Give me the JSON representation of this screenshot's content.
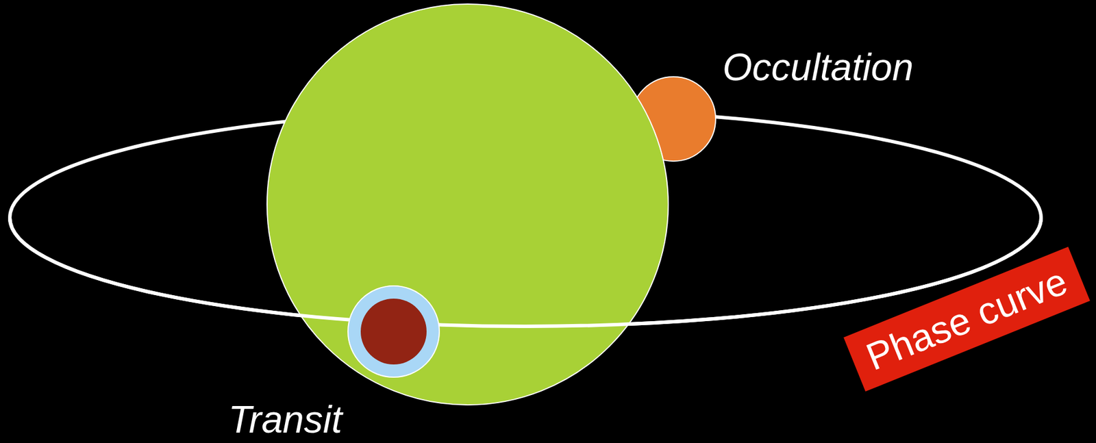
{
  "diagram": {
    "nodes": [
      {
        "text": [
          "Phase curve"
        ]
      }
    ],
    "labels": [
      "Occultation",
      "Transit"
    ]
  }
}
